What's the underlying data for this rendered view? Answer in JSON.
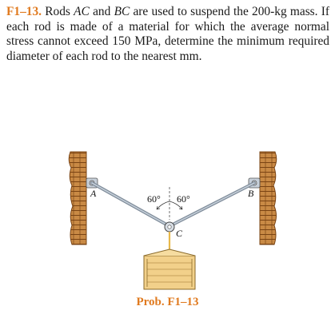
{
  "problem": {
    "number": "F1–13.",
    "text_parts": [
      " Rods ",
      "AC",
      " and ",
      "BC",
      " are used to suspend the 200-kg mass. If each rod is made of a material for which the average normal stress cannot exceed 150 MPa, determine the minimum required diameter of each rod to the nearest mm."
    ]
  },
  "figure": {
    "point_a": "A",
    "point_b": "B",
    "point_c": "C",
    "angle_left": "60°",
    "angle_right": "60°"
  },
  "caption": "Prob. F1–13",
  "colors": {
    "accent": "#e07a1f",
    "wall": "#b8732d",
    "wall_dark": "#7a4414",
    "rod": "#9aa8b6",
    "rope": "#e8b84a",
    "crate": "#f2d08a"
  }
}
